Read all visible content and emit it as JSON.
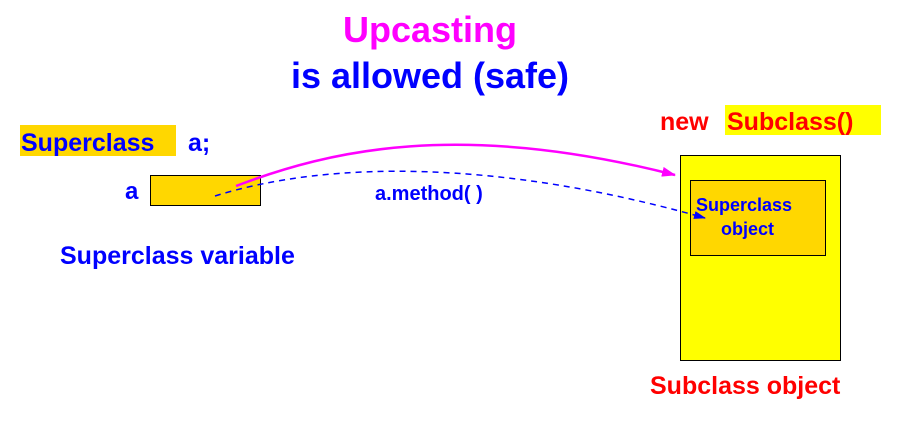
{
  "title": {
    "line1": "Upcasting",
    "line2": "is allowed (safe)"
  },
  "declaration": {
    "type": "Superclass",
    "rest": "a;"
  },
  "variable": {
    "name": "a",
    "caption": "Superclass variable"
  },
  "call_label": "a.method( )",
  "constructor": {
    "prefix": "new",
    "call": "Subclass()"
  },
  "object": {
    "inner_line1": "Superclass",
    "inner_line2": "object",
    "caption": "Subclass object"
  },
  "colors": {
    "magenta": "#ff00ff",
    "blue": "#0000ff",
    "red": "#ff0000",
    "gold": "#ffd700",
    "yellow": "#ffff00"
  }
}
